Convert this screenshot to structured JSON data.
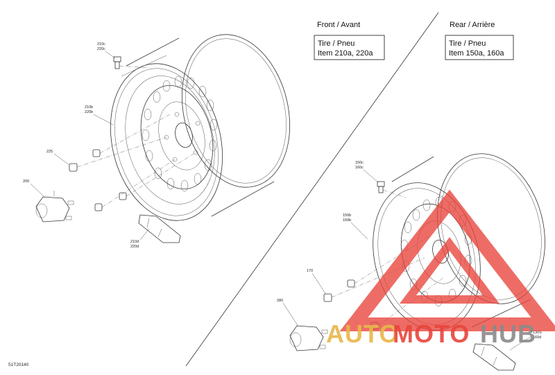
{
  "front": {
    "heading": "Front / Avant",
    "box_line1": "Tire / Pneu",
    "box_line2": "Item 210a, 220a",
    "parts": {
      "p210c": "210c",
      "p220c": "220c",
      "p210b": "210b",
      "p220b": "220b",
      "p225": "225",
      "p200": "200",
      "p210d": "210d",
      "p220d": "220d"
    }
  },
  "rear": {
    "heading": "Rear / Arrière",
    "box_line1": "Tire / Pneu",
    "box_line2": "Item 150a, 160a",
    "parts": {
      "p150c": "150c",
      "p160c": "160c",
      "p150b": "150b",
      "p160b": "160b",
      "p170": "170",
      "p280": "280",
      "p130s": "130S",
      "p160d": "160d"
    }
  },
  "drawing_number": "51T20140",
  "watermark": {
    "part1": "AUTO",
    "part2": "MOTO",
    "part3": "HUB",
    "color_red": "#e8453c",
    "color_gold": "#e8b84a",
    "color_gray": "#8a8a8a"
  }
}
